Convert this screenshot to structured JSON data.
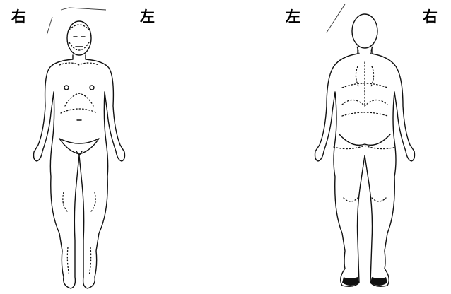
{
  "front_view": {
    "right_label": "右",
    "left_label": "左"
  },
  "back_view": {
    "left_label": "左",
    "right_label": "右"
  }
}
